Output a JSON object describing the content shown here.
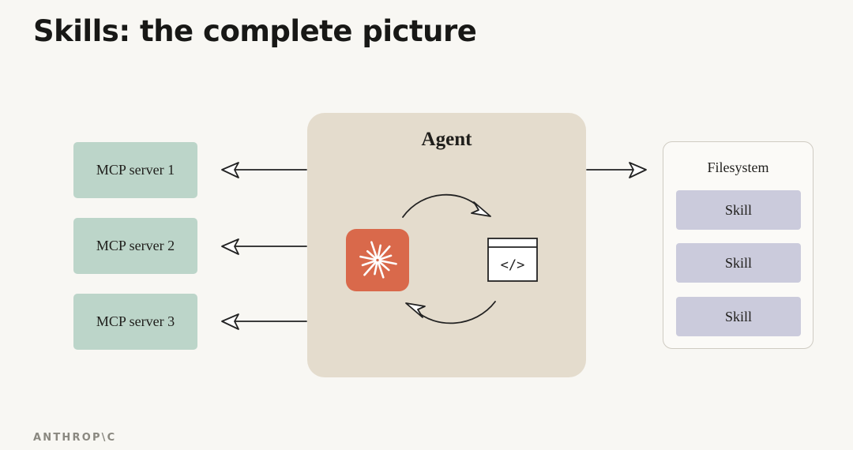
{
  "title": "Skills: the complete picture",
  "mcp_servers": [
    {
      "label": "MCP server 1"
    },
    {
      "label": "MCP server 2"
    },
    {
      "label": "MCP server 3"
    }
  ],
  "agent": {
    "label": "Agent"
  },
  "filesystem": {
    "label": "Filesystem",
    "skills": [
      {
        "label": "Skill"
      },
      {
        "label": "Skill"
      },
      {
        "label": "Skill"
      }
    ]
  },
  "code_window": {
    "glyph": "</>"
  },
  "footer": {
    "logo": "ANTHROP\\C"
  },
  "colors": {
    "background": "#f8f7f3",
    "mcp_box": "#bcd5c9",
    "agent_box": "#e4dccd",
    "skill_box": "#cbcbdc",
    "claude_icon": "#d9694b"
  },
  "icons": [
    "claude-starburst-icon",
    "code-window-icon"
  ]
}
